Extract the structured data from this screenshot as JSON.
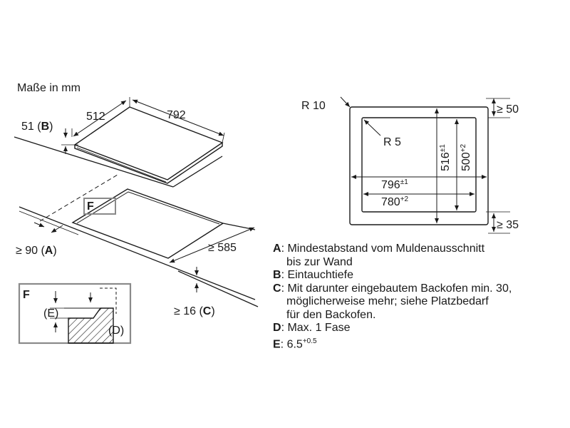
{
  "title": "Maße in mm",
  "hob": {
    "depth": "512",
    "width": "792",
    "immersion_label": "51 (",
    "immersion_key": "B",
    "immersion_close": ")"
  },
  "cutout_view": {
    "detail_marker": "F",
    "min_wall_label": "≥ 90 (",
    "min_wall_key": "A",
    "min_wall_close": ")",
    "depth_label": "≥ 585",
    "thickness_label": "≥ 16 (",
    "thickness_key": "C",
    "thickness_close": ")"
  },
  "detail": {
    "title": "F",
    "e_label": "(E)",
    "d_label": "(D)"
  },
  "plan": {
    "outer_radius": "R 10",
    "inner_radius": "R 5",
    "top_margin": "≥ 50",
    "bottom_margin": "≥ 35",
    "width_outer": "796",
    "width_outer_tol": "±1",
    "width_inner": "780",
    "width_inner_tol": "+2",
    "height_outer": "516",
    "height_outer_tol": "±1",
    "height_inner": "500",
    "height_inner_tol": "+2"
  },
  "legend": {
    "A_key": "A",
    "A_text": ": Mindestabstand vom Muldenausschnitt",
    "A_text2": "bis zur Wand",
    "B_key": "B",
    "B_text": ": Eintauchtiefe",
    "C_key": "C",
    "C_text": ": Mit darunter eingebautem Backofen min. 30,",
    "C_text2": "möglicherweise mehr; siehe Platzbedarf",
    "C_text3": "für den Backofen.",
    "D_key": "D",
    "D_text": ": Max. 1 Fase",
    "E_key": "E",
    "E_text": ": 6.5",
    "E_sup": "+0.5"
  }
}
